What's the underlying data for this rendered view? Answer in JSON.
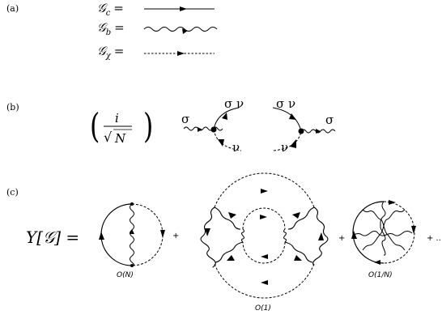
{
  "panels": {
    "a": {
      "label": "(a)"
    },
    "b": {
      "label": "(b)"
    },
    "c": {
      "label": "(c)"
    }
  },
  "legend": {
    "rows": [
      {
        "symbol": "𝒢",
        "sub": "c",
        "eq": "=",
        "line": "solid"
      },
      {
        "symbol": "𝒢",
        "sub": "b",
        "eq": "=",
        "line": "wavy"
      },
      {
        "symbol": "𝒢",
        "sub": "χ",
        "eq": "=",
        "line": "dashed"
      }
    ]
  },
  "vertex": {
    "prefactor": {
      "numerator": "i",
      "root": "√",
      "radicand": "N",
      "lparen": "(",
      "rparen": ")"
    },
    "left": {
      "sigma": "σ",
      "sigma_nu": "σ ν",
      "nu": "ν"
    },
    "right": {
      "sigma": "σ",
      "sigma_nu": "σ ν",
      "nu": "ν"
    }
  },
  "functional": {
    "lhs": "Y[𝒢] =",
    "plus": "+",
    "trail": "+ ..",
    "orders": {
      "first": "O(N)",
      "second": "O(1)",
      "third": "O(1/N)"
    }
  }
}
